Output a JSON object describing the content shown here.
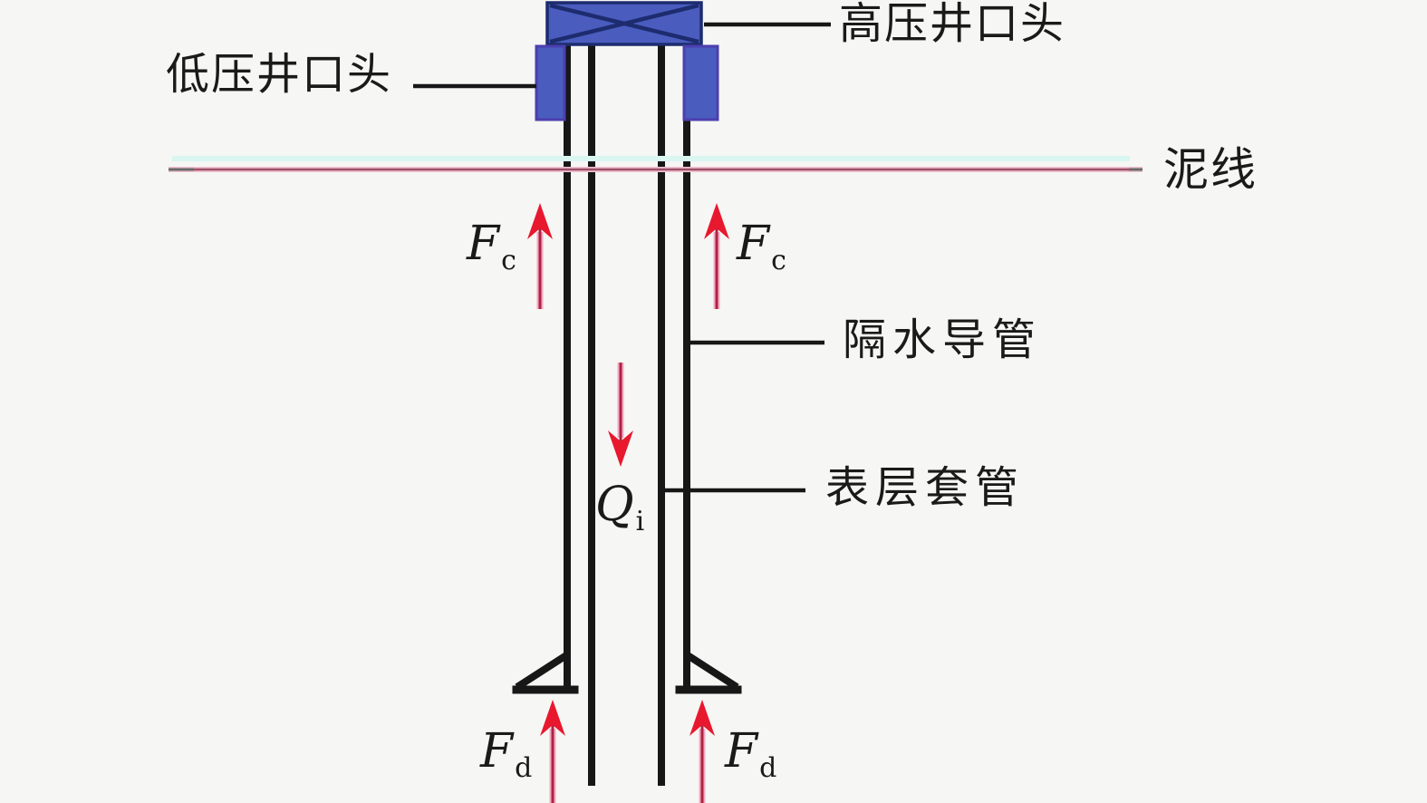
{
  "figure": {
    "description": "subsea-wellhead-and-conductor-diagram"
  },
  "colors": {
    "bg": "#f6f6f4",
    "ink": "#171717",
    "text": "#1a1a1a",
    "wellhead-blue": "#4a5cbe",
    "wellhead-navy": "#1d2c6e",
    "wellhead-purple": "#4c3fae",
    "arrow-red": "#e8182e",
    "arrow-stem": "#b02440",
    "arrow-halo": "#f2aac6",
    "mudline-cyan": "#d9f6f0",
    "mudline-pink": "#eec2d2",
    "mudline-rose": "#9e4f68"
  },
  "labels": {
    "high_pressure_wellhead": "高压井口头",
    "low_pressure_wellhead": "低压井口头",
    "mudline": "泥线",
    "riser_conductor": "隔水导管",
    "surface_casing": "表层套管"
  },
  "forces": {
    "casing_friction": {
      "symbol": "F",
      "subscript": "c"
    },
    "injection_flow": {
      "symbol": "Q",
      "subscript": "i"
    },
    "driving_force": {
      "symbol": "F",
      "subscript": "d"
    }
  }
}
